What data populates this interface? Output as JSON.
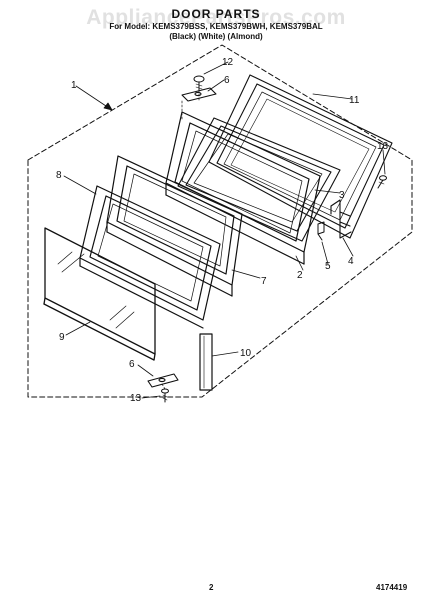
{
  "watermark": "AppliancePartsPros.com",
  "header": {
    "title": "DOOR PARTS",
    "models": "For Model: KEMS379BSS, KEMS379BWH, KEMS379BAL",
    "colors": "(Black)          (White)          (Almond)"
  },
  "callouts": {
    "c1": "1",
    "c2": "2",
    "c3": "3",
    "c4": "4",
    "c5": "5",
    "c6a": "6",
    "c6b": "6",
    "c7": "7",
    "c8": "8",
    "c9": "9",
    "c10": "10",
    "c11": "11",
    "c12": "12",
    "c13a": "13",
    "c13b": "13"
  },
  "footer": {
    "page_number": "2",
    "part_number": "4174419"
  }
}
